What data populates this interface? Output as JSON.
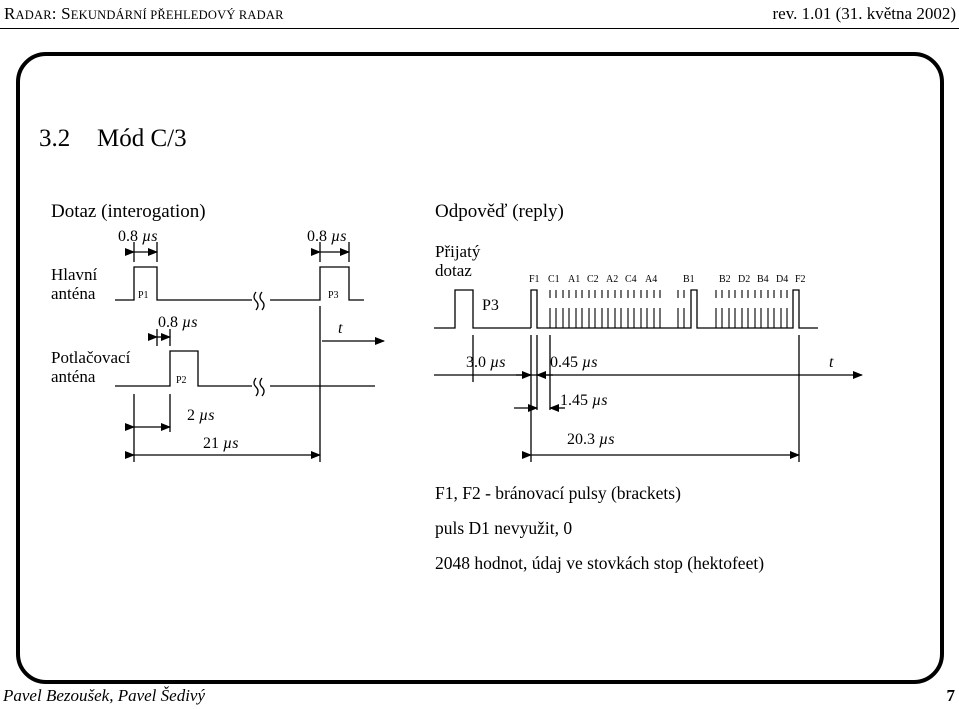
{
  "header": {
    "title_first_cap": "R",
    "title_small_1": "ADAR",
    "title_mid": ": S",
    "title_small_2": "EKUNDÁRNÍ PŘEHLEDOVÝ RADAR",
    "revision": "rev. 1.01 (31. května 2002)"
  },
  "section": {
    "number": "3.2",
    "title": "Mód C/3"
  },
  "interrogation": {
    "heading": "Dotaz (interogation)",
    "main_antenna_label": [
      "Hlavní",
      "anténa"
    ],
    "control_antenna_label": [
      "Potlačovací",
      "anténa"
    ],
    "pulse_p1": "P1",
    "pulse_p2": "P2",
    "pulse_p3": "P3",
    "width_p1": "0.8",
    "width_p3": "0.8",
    "width_p2": "0.8",
    "spacing_p1_p2": "2",
    "spacing_p1_p3": "21",
    "unit": "µs",
    "time_axis": "t"
  },
  "reply": {
    "heading": "Odpověď (reply)",
    "received_label": [
      "Přijatý",
      "dotaz"
    ],
    "pulse_p3": "P3",
    "code_labels": [
      "F1",
      "C1",
      "A1",
      "C2",
      "A2",
      "C4",
      "A4",
      "B1",
      "B2",
      "D2",
      "B4",
      "D4",
      "F2"
    ],
    "delay": "3.0",
    "pulse_width": "0.45",
    "pulse_spacing": "1.45",
    "total_length": "20.3",
    "unit": "µs",
    "time_axis": "t"
  },
  "notes": [
    "F1, F2 - bránovací pulsy (brackets)",
    "puls D1 nevyužit, 0",
    "2048 hodnot, údaj ve stovkách stop (hektofeet)"
  ],
  "footer": {
    "authors": "Pavel Bezoušek, Pavel Šedivý",
    "page_number": "7"
  }
}
